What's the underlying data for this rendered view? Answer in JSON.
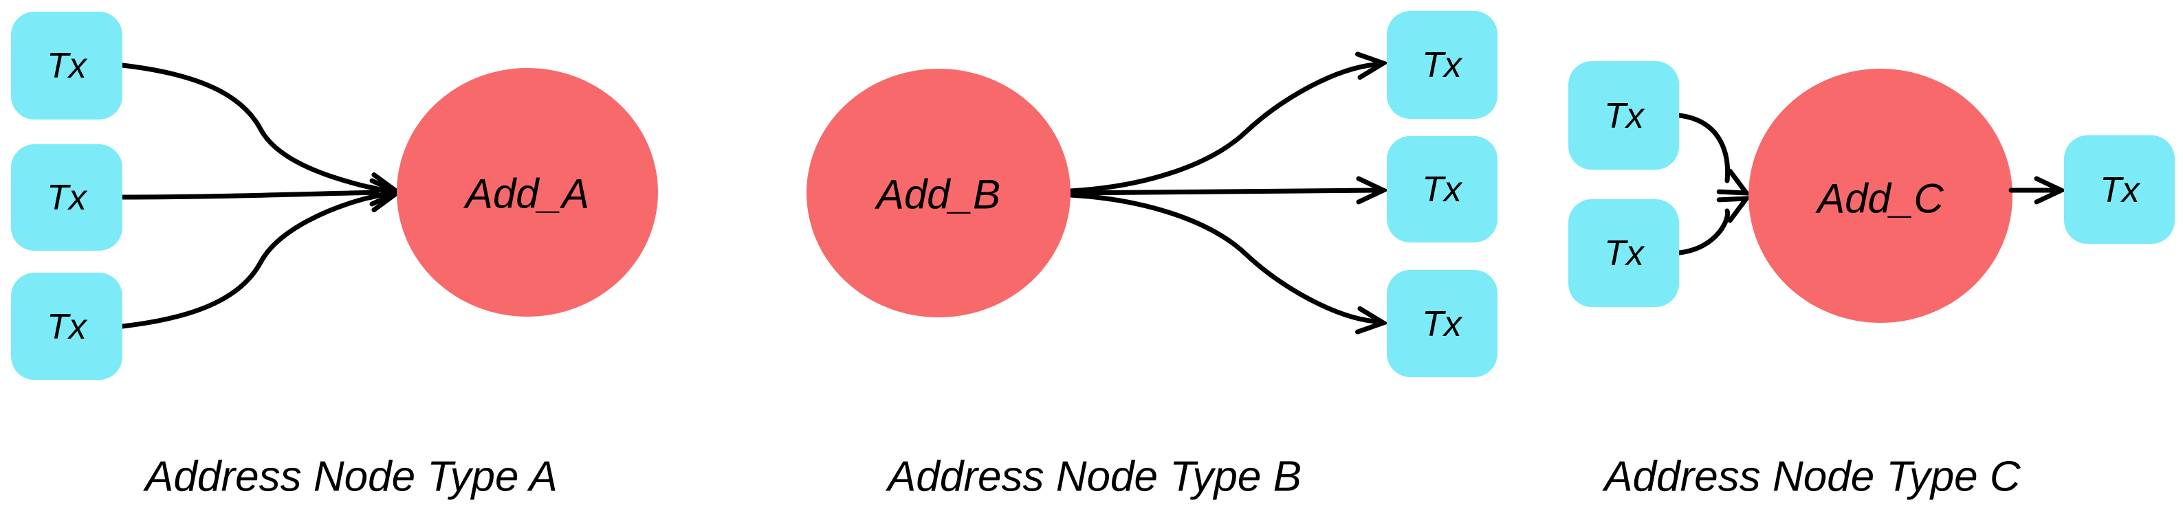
{
  "colors": {
    "tx_fill": "#7cebf7",
    "address_fill": "#f7696a",
    "edge": "#000000",
    "text": "#000000",
    "background": "#ffffff"
  },
  "figure": {
    "sections": [
      {
        "caption": "Address Node Type A",
        "address_label": "Add_A",
        "tx_inputs": [
          "Tx",
          "Tx",
          "Tx"
        ],
        "tx_outputs": [],
        "edges": [
          {
            "from": "tx_inputs.0",
            "to": "address"
          },
          {
            "from": "tx_inputs.1",
            "to": "address"
          },
          {
            "from": "tx_inputs.2",
            "to": "address"
          }
        ]
      },
      {
        "caption": "Address Node Type B",
        "address_label": "Add_B",
        "tx_inputs": [],
        "tx_outputs": [
          "Tx",
          "Tx",
          "Tx"
        ],
        "edges": [
          {
            "from": "address",
            "to": "tx_outputs.0"
          },
          {
            "from": "address",
            "to": "tx_outputs.1"
          },
          {
            "from": "address",
            "to": "tx_outputs.2"
          }
        ]
      },
      {
        "caption": "Address Node Type C",
        "address_label": "Add_C",
        "tx_inputs": [
          "Tx",
          "Tx"
        ],
        "tx_outputs": [
          "Tx"
        ],
        "edges": [
          {
            "from": "tx_inputs.0",
            "to": "address"
          },
          {
            "from": "tx_inputs.1",
            "to": "address"
          },
          {
            "from": "address",
            "to": "tx_outputs.0"
          }
        ]
      }
    ]
  }
}
